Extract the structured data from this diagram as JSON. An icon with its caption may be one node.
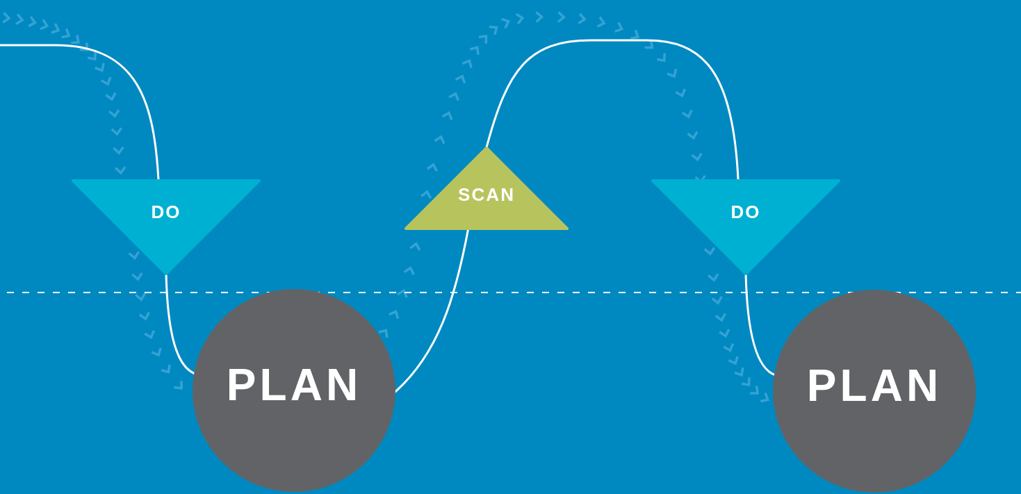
{
  "diagram": {
    "nodes": [
      {
        "text": [
          "DO"
        ]
      },
      {
        "text": [
          "PLAN"
        ]
      },
      {
        "text": [
          "SCAN"
        ]
      },
      {
        "text": [
          "DO"
        ]
      },
      {
        "text": [
          "PLAN"
        ]
      }
    ],
    "edges": [
      {
        "from": null,
        "to": 0,
        "arrow": "none"
      },
      {
        "from": 0,
        "to": 1,
        "arrow": "none"
      },
      {
        "from": 1,
        "to": 2,
        "arrow": "none"
      },
      {
        "from": 2,
        "to": 3,
        "arrow": "none"
      },
      {
        "from": 3,
        "to": 4,
        "arrow": "none"
      }
    ]
  }
}
